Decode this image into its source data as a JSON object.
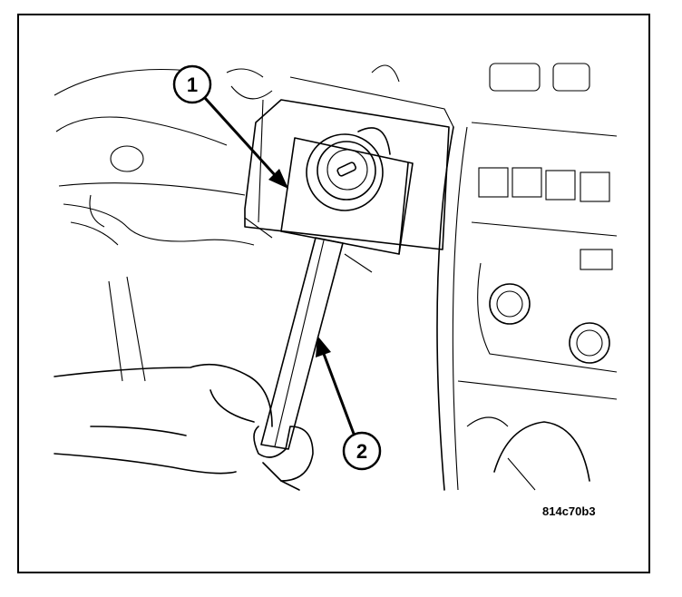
{
  "diagram": {
    "callouts": [
      {
        "number": "1"
      },
      {
        "number": "2"
      }
    ],
    "figure_id": "814c70b3",
    "colors": {
      "ink": "#000000",
      "paper": "#ffffff"
    }
  }
}
